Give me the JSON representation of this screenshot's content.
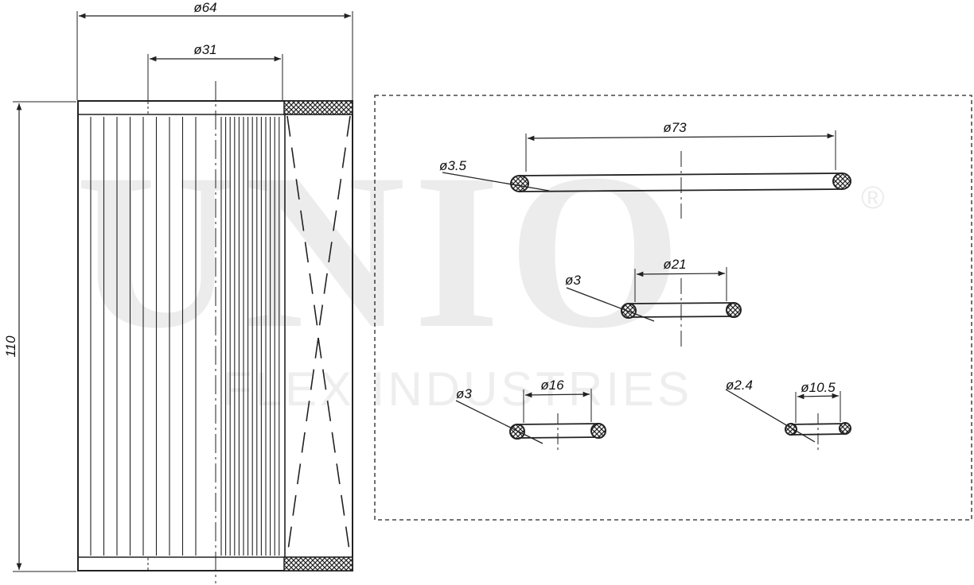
{
  "watermark": {
    "logo": "UNIO",
    "registered_mark": "®",
    "subtitle": "FLEX INDUSTRIES"
  },
  "filter_element": {
    "outer_diameter_label": "ø64",
    "inner_diameter_label": "ø31",
    "height_label": "110"
  },
  "o_rings": [
    {
      "id": "ring-1",
      "inner_diameter_label": "ø73",
      "cross_section_label": "ø3.5"
    },
    {
      "id": "ring-2",
      "inner_diameter_label": "ø21",
      "cross_section_label": "ø3"
    },
    {
      "id": "ring-3",
      "inner_diameter_label": "ø16",
      "cross_section_label": "ø3"
    },
    {
      "id": "ring-4",
      "inner_diameter_label": "ø10.5",
      "cross_section_label": "ø2.4"
    }
  ],
  "colors": {
    "line": "#222222",
    "watermark": "#ececec"
  }
}
